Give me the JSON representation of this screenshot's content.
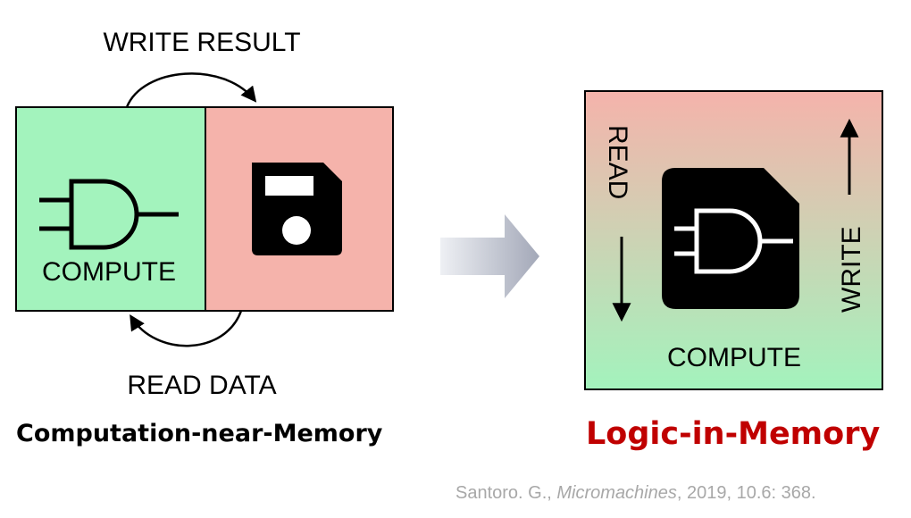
{
  "left": {
    "top_label": "WRITE RESULT",
    "bottom_label": "READ DATA",
    "compute_label": "COMPUTE",
    "caption": "Computation-near-Memory",
    "compute_color": "#a3f3bd",
    "memory_color": "#f5b3ab"
  },
  "right": {
    "read_label": "READ",
    "write_label": "WRITE",
    "compute_label": "COMPUTE",
    "caption": "Logic-in-Memory",
    "caption_color": "#c00000",
    "gradient_top": "#f5b3ab",
    "gradient_bottom": "#a3f3bd"
  },
  "citation": {
    "author": "Santoro. G., ",
    "journal": "Micromachines",
    "details": ", 2019, 10.6: 368."
  },
  "icons": [
    "and-gate-icon",
    "floppy-disk-icon",
    "sd-card-icon",
    "transition-arrow-icon"
  ]
}
